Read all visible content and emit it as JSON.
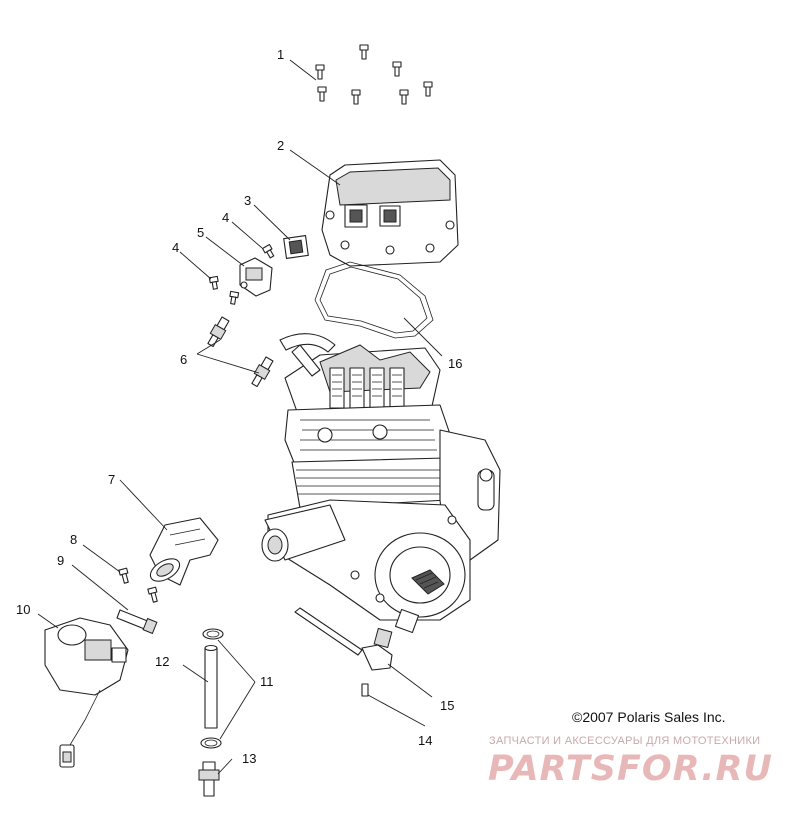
{
  "diagram": {
    "callouts": [
      "1",
      "2",
      "3",
      "4",
      "4",
      "5",
      "6",
      "7",
      "8",
      "9",
      "10",
      "11",
      "12",
      "13",
      "14",
      "15",
      "16"
    ],
    "copyright": "©2007 Polaris Sales Inc.",
    "watermark": {
      "tagline": "ЗАПЧАСТИ И АКСЕССУАРЫ ДЛЯ МОТОТЕХНИКИ",
      "logo": "PARTSFOR.RU"
    }
  }
}
